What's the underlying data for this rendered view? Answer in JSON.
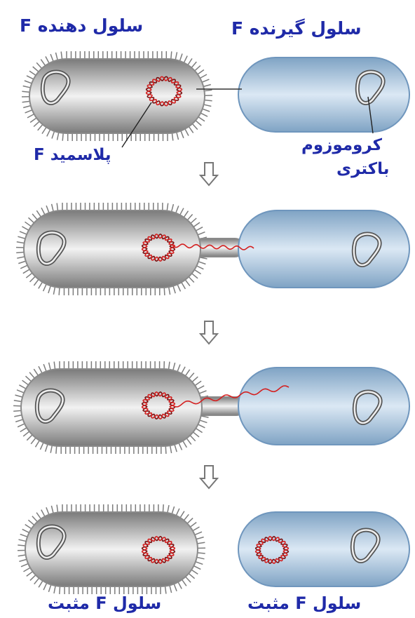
{
  "labels": {
    "donor_cell": "سلول دهنده F",
    "recipient_cell": "سلول گیرنده F",
    "plasmid": "پلاسمید F",
    "chromosome_line1": "کروموزوم",
    "chromosome_line2": "باکتری",
    "positive_cell_left": "سلول F مثبت",
    "positive_cell_right": "سلول F مثبت"
  },
  "colors": {
    "label_text": "#1f2aa8",
    "donor_cell": "#b8b8b8",
    "recipient_cell": "#b5cce0",
    "plasmid": "#d42020",
    "arrow": "#777777"
  },
  "stages": [
    {
      "stage": 1,
      "state": "contact"
    },
    {
      "stage": 2,
      "state": "transfer-begins"
    },
    {
      "stage": 3,
      "state": "transfer-continues"
    },
    {
      "stage": 4,
      "state": "both-F-positive"
    }
  ]
}
